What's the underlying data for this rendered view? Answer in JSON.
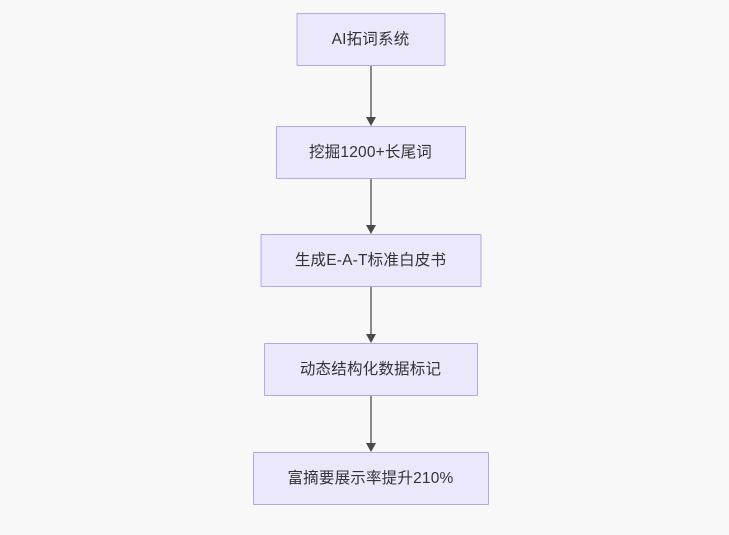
{
  "diagram": {
    "type": "flowchart",
    "direction": "top-to-bottom",
    "background_color": "#f8f8f8",
    "node_fill_color": "#ebe8fc",
    "node_border_color": "#b9a5e3",
    "node_text_color": "#333333",
    "edge_color": "#8a8a8a",
    "arrowhead_color": "#4a4a4a",
    "nodes": [
      {
        "id": "node-1",
        "label": "AI拓词系统"
      },
      {
        "id": "node-2",
        "label": "挖掘1200+长尾词"
      },
      {
        "id": "node-3",
        "label": "生成E-A-T标准白皮书"
      },
      {
        "id": "node-4",
        "label": "动态结构化数据标记"
      },
      {
        "id": "node-5",
        "label": "富摘要展示率提升210%"
      }
    ],
    "edges": [
      {
        "id": "edge-1",
        "from": "node-1",
        "to": "node-2",
        "arrow": "arrow-down-icon"
      },
      {
        "id": "edge-2",
        "from": "node-2",
        "to": "node-3",
        "arrow": "arrow-down-icon"
      },
      {
        "id": "edge-3",
        "from": "node-3",
        "to": "node-4",
        "arrow": "arrow-down-icon"
      },
      {
        "id": "edge-4",
        "from": "node-4",
        "to": "node-5",
        "arrow": "arrow-down-icon"
      }
    ]
  }
}
